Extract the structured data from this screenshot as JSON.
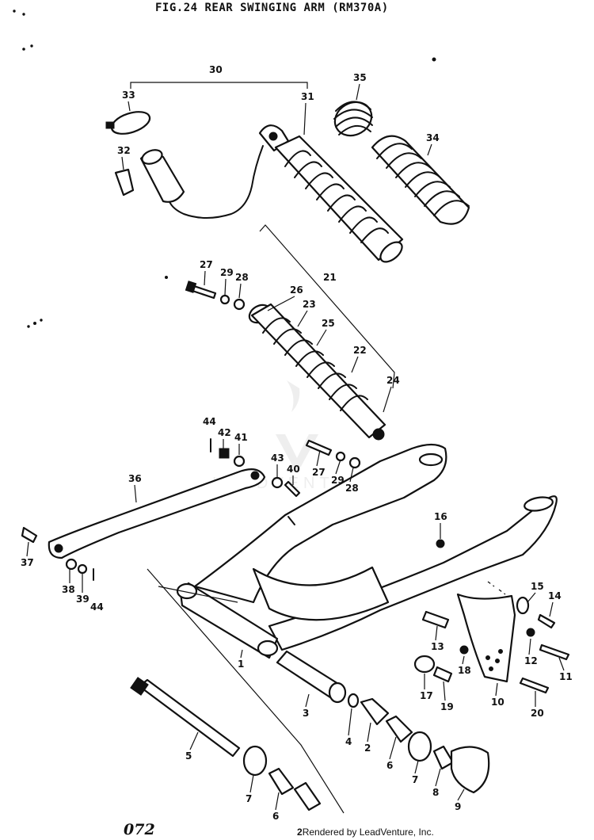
{
  "diagram": {
    "title": "FIG.24   REAR SWINGING ARM  (RM370A)",
    "page_number": "072",
    "footer_index": "2",
    "footer_text": "Rendered by LeadVenture, Inc.",
    "watermark": "LEADVENTURE"
  },
  "callouts": [
    {
      "id": "30",
      "label": "30"
    },
    {
      "id": "33",
      "label": "33"
    },
    {
      "id": "31",
      "label": "31"
    },
    {
      "id": "35",
      "label": "35"
    },
    {
      "id": "34",
      "label": "34"
    },
    {
      "id": "32",
      "label": "32"
    },
    {
      "id": "21",
      "label": "21"
    },
    {
      "id": "27a",
      "label": "27"
    },
    {
      "id": "29a",
      "label": "29"
    },
    {
      "id": "28a",
      "label": "28"
    },
    {
      "id": "26",
      "label": "26"
    },
    {
      "id": "23",
      "label": "23"
    },
    {
      "id": "25",
      "label": "25"
    },
    {
      "id": "22",
      "label": "22"
    },
    {
      "id": "24",
      "label": "24"
    },
    {
      "id": "44a",
      "label": "44"
    },
    {
      "id": "42",
      "label": "42"
    },
    {
      "id": "41",
      "label": "41"
    },
    {
      "id": "43",
      "label": "43"
    },
    {
      "id": "40",
      "label": "40"
    },
    {
      "id": "27b",
      "label": "27"
    },
    {
      "id": "29b",
      "label": "29"
    },
    {
      "id": "28b",
      "label": "28"
    },
    {
      "id": "36",
      "label": "36"
    },
    {
      "id": "37",
      "label": "37"
    },
    {
      "id": "38",
      "label": "38"
    },
    {
      "id": "39",
      "label": "39"
    },
    {
      "id": "44b",
      "label": "44"
    },
    {
      "id": "16",
      "label": "16"
    },
    {
      "id": "15",
      "label": "15"
    },
    {
      "id": "14",
      "label": "14"
    },
    {
      "id": "13",
      "label": "13"
    },
    {
      "id": "12",
      "label": "12"
    },
    {
      "id": "11",
      "label": "11"
    },
    {
      "id": "18",
      "label": "18"
    },
    {
      "id": "17",
      "label": "17"
    },
    {
      "id": "19",
      "label": "19"
    },
    {
      "id": "10",
      "label": "10"
    },
    {
      "id": "20",
      "label": "20"
    },
    {
      "id": "1",
      "label": "1"
    },
    {
      "id": "3",
      "label": "3"
    },
    {
      "id": "4",
      "label": "4"
    },
    {
      "id": "2",
      "label": "2"
    },
    {
      "id": "6a",
      "label": "6"
    },
    {
      "id": "7a",
      "label": "7"
    },
    {
      "id": "8",
      "label": "8"
    },
    {
      "id": "9",
      "label": "9"
    },
    {
      "id": "5",
      "label": "5"
    },
    {
      "id": "7b",
      "label": "7"
    },
    {
      "id": "6b",
      "label": "6"
    }
  ]
}
